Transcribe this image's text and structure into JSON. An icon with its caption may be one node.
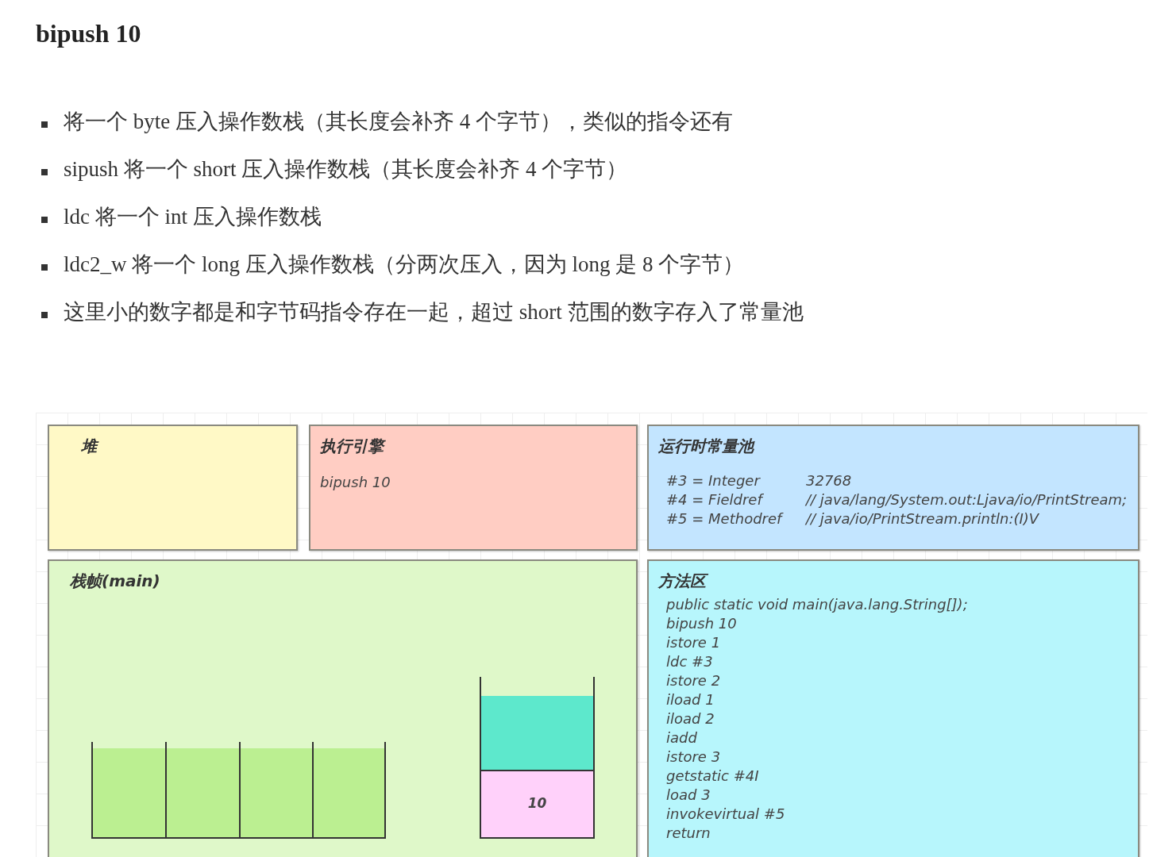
{
  "diagram": {
    "title": "bipush 10",
    "labels": [
      "将一个 byte 压入操作数栈（其长度会补齐 4 个字节），类似的指令还有",
      "sipush 将一个 short 压入操作数栈（其长度会补齐 4 个字节）",
      "ldc 将一个 int 压入操作数栈",
      "ldc2_w 将一个 long 压入操作数栈（分两次压入，因为 long 是 8 个字节）",
      "这里小的数字都是和字节码指令存在一起，超过 short 范围的数字存入了常量池"
    ],
    "nodes": [
      {
        "text": [
          "堆"
        ]
      },
      {
        "text": [
          "执行引擎",
          "bipush 10"
        ]
      },
      {
        "text": [
          "运行时常量池",
          "#3 = Integer",
          "32768",
          "#4 = Fieldref",
          "// java/lang/System.out:Ljava/io/PrintStream;",
          "#5 = Methodref",
          "// java/io/PrintStream.println:(I)V"
        ]
      },
      {
        "text": [
          "栈帧(main)"
        ]
      },
      {
        "text": [],
        "shape": "box",
        "in": 3
      },
      {
        "text": [],
        "shape": "box",
        "in": 3
      },
      {
        "text": [],
        "shape": "box",
        "in": 3
      },
      {
        "text": [],
        "shape": "box",
        "in": 3
      },
      {
        "text": [],
        "shape": "box",
        "in": 3
      },
      {
        "text": [],
        "shape": "box",
        "in": 8
      },
      {
        "text": [
          "10"
        ],
        "in": 8
      },
      {
        "text": [
          "方法区",
          "public static void main(java.lang.String[]);",
          "bipush 10",
          "istore 1",
          "ldc #3",
          "istore 2",
          "iload 1",
          "iload 2",
          "iadd",
          "istore 3",
          "getstatic #4I",
          "load 3",
          "invokevirtual #5",
          "return"
        ]
      }
    ],
    "edges": []
  }
}
